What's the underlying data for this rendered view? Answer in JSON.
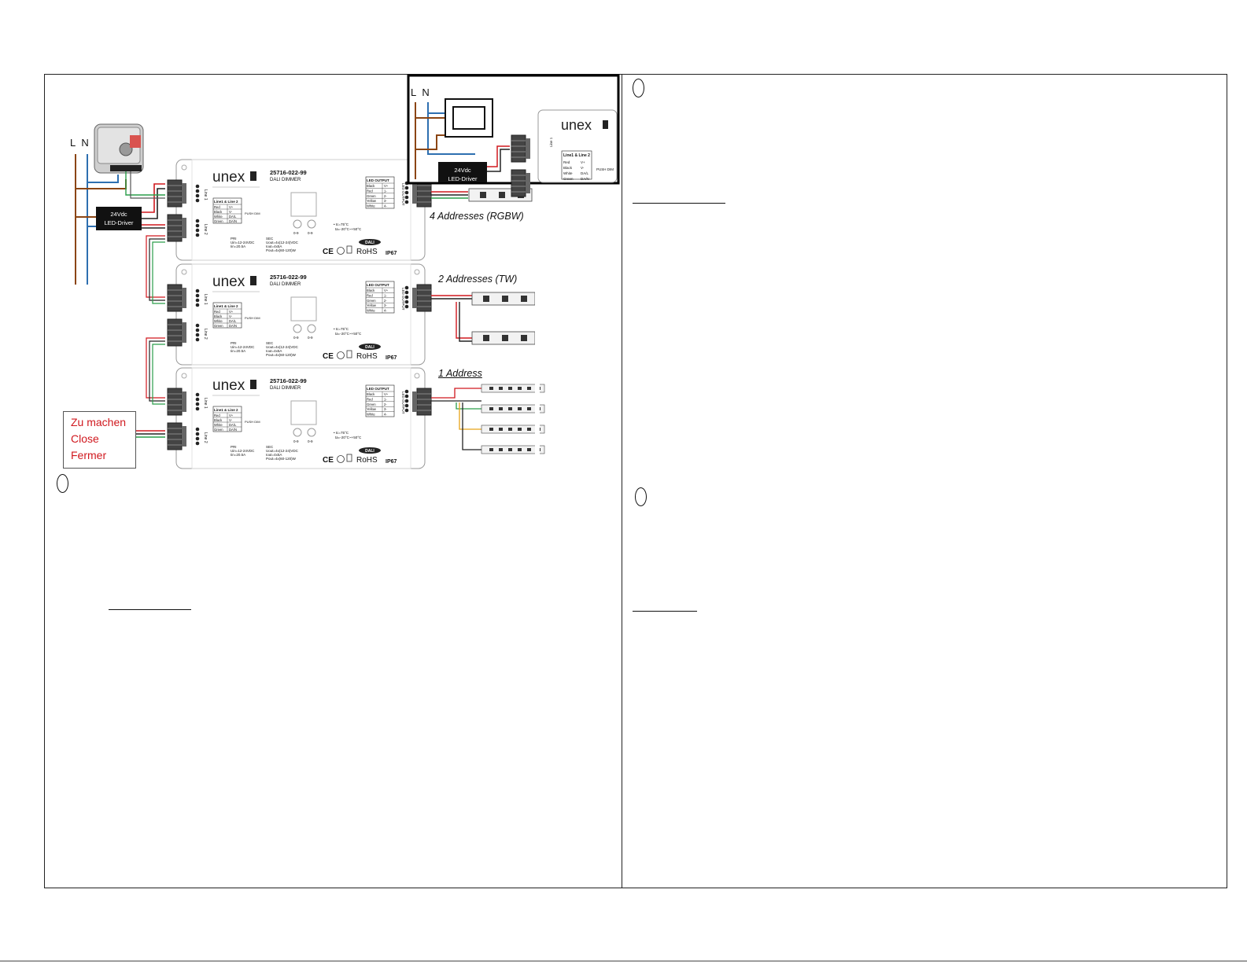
{
  "mains": {
    "L": "L",
    "N": "N"
  },
  "driver": {
    "line1": "24Vdc",
    "line2": "LED-Driver"
  },
  "dimmer": {
    "brand": "unex",
    "model": "25716-022-99",
    "type": "DALI DIMMER",
    "line_table_title": "Line1 & Line 2",
    "line_table": [
      [
        "Red",
        "V+"
      ],
      [
        "Black",
        "V-"
      ],
      [
        "White",
        "DA/L"
      ],
      [
        "Green",
        "DA/N"
      ]
    ],
    "output_title": "LED OUTPUT",
    "output_table": [
      [
        "Black",
        "V+"
      ],
      [
        "Red",
        "1-"
      ],
      [
        "Green",
        "2-"
      ],
      [
        "Yellow",
        "3-"
      ],
      [
        "White",
        "4-"
      ]
    ],
    "line1": "Line 1",
    "line2": "Line 2",
    "output_label": "LED OUTPUT",
    "push": "PUSH DIM",
    "pri": "PRI",
    "pri_u": "Uin=12-24VDC",
    "pri_i": "Iin=20.5A",
    "sec": "SEC",
    "sec_u": "Uout=4x(12-24)VDC",
    "sec_i": "Iout=4x5A",
    "sec_p": "Pout=4x(60-120)W",
    "temp1": "• tc=75°C",
    "temp2": "ta=-20°C~+50°C",
    "rohs": "RoHS",
    "ip": "IP67",
    "dali": "DALI",
    "ce": "CE",
    "knob_a": "0-9",
    "knob_b": "0-9"
  },
  "addresses": {
    "rgbw": "4 Addresses (RGBW)",
    "tw": "2 Addresses (TW)",
    "single": "1 Address"
  },
  "terminator": {
    "line1": "Zu machen",
    "line2": "Close",
    "line3": "Fermer"
  },
  "colors": {
    "brown": "#8b4513",
    "blue": "#2e6fb0",
    "red": "#d0181e",
    "green": "#2a9d4a"
  }
}
